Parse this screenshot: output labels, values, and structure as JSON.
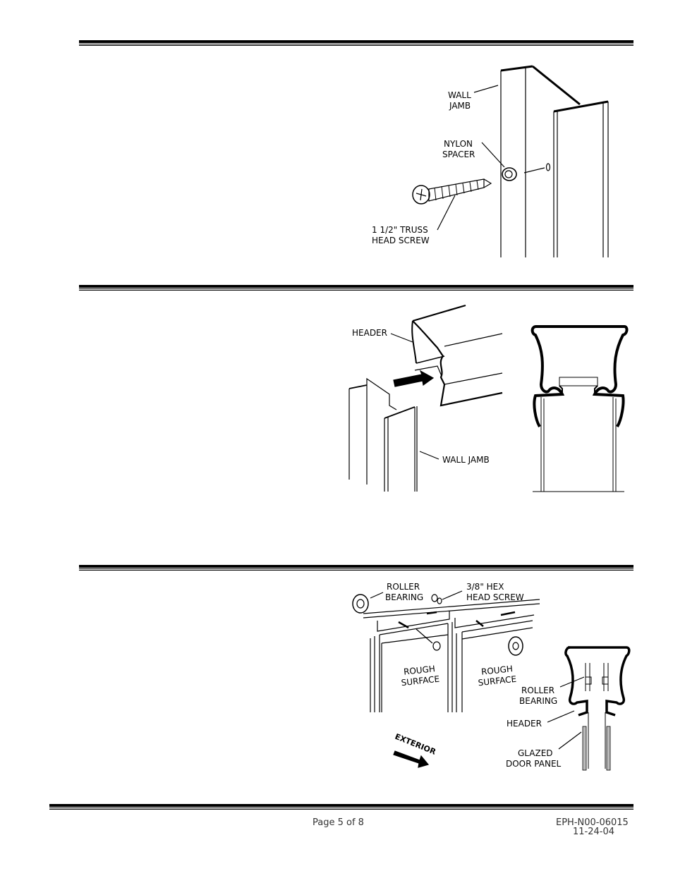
{
  "section1": {
    "labels": {
      "wall_jamb_1": "WALL",
      "wall_jamb_2": "JAMB",
      "nylon_spacer_1": "NYLON",
      "nylon_spacer_2": "SPACER",
      "screw_1": "1 1/2\" TRUSS",
      "screw_2": "HEAD SCREW"
    }
  },
  "section2": {
    "labels": {
      "header": "HEADER",
      "wall_jamb": "WALL JAMB"
    }
  },
  "section3": {
    "labels": {
      "roller_bearing_top_1": "ROLLER",
      "roller_bearing_top_2": "BEARING",
      "hex_screw_1": "3/8\" HEX",
      "hex_screw_2": "HEAD SCREW",
      "rough_surface_left_1": "ROUGH",
      "rough_surface_left_2": "SURFACE",
      "rough_surface_right_1": "ROUGH",
      "rough_surface_right_2": "SURFACE",
      "exterior": "EXTERIOR",
      "roller_bearing_side_1": "ROLLER",
      "roller_bearing_side_2": "BEARING",
      "header": "HEADER",
      "glazed_1": "GLAZED",
      "glazed_2": "DOOR PANEL"
    }
  },
  "footer": {
    "page": "Page 5 of 8",
    "doc_number": "EPH-N00-06015",
    "date": "11-24-04"
  }
}
